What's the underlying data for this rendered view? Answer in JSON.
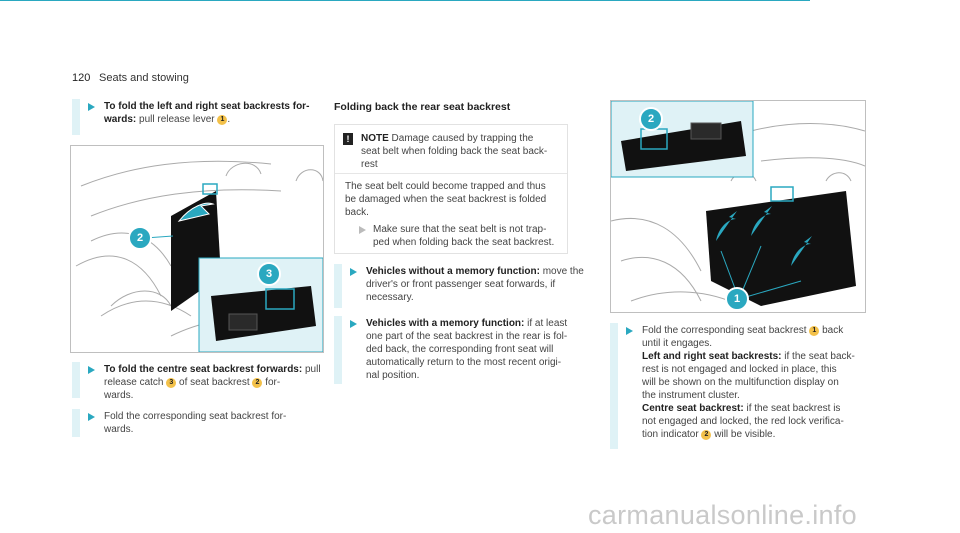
{
  "header": {
    "page_number": "120",
    "section_title": "Seats and stowing"
  },
  "col1": {
    "step1_bold1": "To fold the left and right seat backrests for-",
    "step1_bold2": "wards:",
    "step1_rest": " pull release lever ",
    "step1_badge": "1",
    "step2_bold": "To fold the centre seat backrest forwards:",
    "step2_rest1": " pull",
    "step2_line2_a": "release catch ",
    "step2_badge_a": "3",
    "step2_line2_b": " of seat backrest ",
    "step2_badge_b": "2",
    "step2_line2_c": " for-",
    "step2_line3": "wards.",
    "step3_line1": "Fold the corresponding seat backrest for-",
    "step3_line2": "wards.",
    "callout_2": "2",
    "callout_3": "3"
  },
  "col2": {
    "title": "Folding back the rear seat backrest",
    "note_icon": "!",
    "note_label": "NOTE",
    "note_line1": " Damage caused by trapping the",
    "note_line2": "seat belt when folding back the seat back-",
    "note_line3": "rest",
    "note_body1": "The seat belt could become trapped and thus",
    "note_body2": "be damaged when the seat backrest is folded",
    "note_body3": "back.",
    "note_step1": "Make sure that the seat belt is not trap-",
    "note_step2": "ped when folding back the seat backrest.",
    "b1_bold": "Vehicles without a memory function:",
    "b1_rest1": " move the",
    "b1_line2": "driver's or front passenger seat forwards, if",
    "b1_line3": "necessary.",
    "b2_bold": "Vehicles with a memory function:",
    "b2_rest1": " if at least",
    "b2_line2": "one part of the seat backrest in the rear is fol-",
    "b2_line3": "ded back, the corresponding front seat will",
    "b2_line4": "automatically return to the most recent origi-",
    "b2_line5": "nal position."
  },
  "col3": {
    "step1_a": "Fold the corresponding seat backrest ",
    "step1_badge": "1",
    "step1_b": " back",
    "step1_line2": "until it engages.",
    "lr_bold": "Left and right seat backrests:",
    "lr_rest1": " if the seat back-",
    "lr_line2": "rest is not engaged and locked in place, this",
    "lr_line3": "will be shown on the multifunction display on",
    "lr_line4": "the instrument cluster.",
    "c_bold": "Centre seat backrest:",
    "c_rest1": " if the seat backrest is",
    "c_line2": "not engaged and locked, the red lock verifica-",
    "c_line3": "tion indicator ",
    "c_badge": "2",
    "c_line3b": " will be visible.",
    "callout_1": "1",
    "callout_2": "2"
  },
  "watermark": "carmanualsonline.info",
  "colors": {
    "accent": "#2aa8c0",
    "highlight_bg": "#dff2f6",
    "badge": "#f3c14a"
  }
}
